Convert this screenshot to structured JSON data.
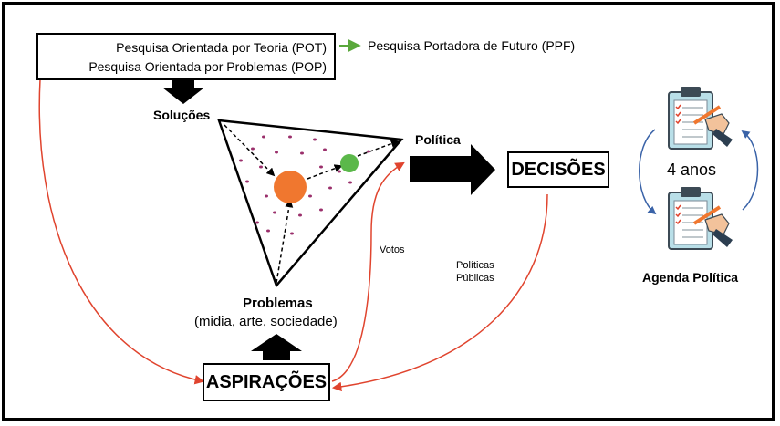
{
  "research": {
    "pot": {
      "text": "Pesquisa Orientada por Teoria (POT)"
    },
    "pop": {
      "text": "Pesquisa Orientada por Problemas (POP)"
    },
    "ppf": {
      "text": "Pesquisa Portadora de Futuro (PPF)"
    }
  },
  "triangle": {
    "solucoes": "Soluções",
    "politica": "Política",
    "problemas": "Problemas",
    "problemas_sub": "(midia, arte, sociedade)"
  },
  "nodes": {
    "decisoes": "DECISÕES",
    "aspiracoes": "ASPIRAÇÕES"
  },
  "flows": {
    "votos": "Votos",
    "politicas_publicas_1": "Políticas",
    "politicas_publicas_2": "Públicas"
  },
  "agenda": {
    "cycle": "4 anos",
    "label": "Agenda Política"
  },
  "colors": {
    "red_line": "#e0442e",
    "green_arrow": "#5aa83c",
    "blue_arc": "#3a63a8",
    "orange_circle": "#f0772f",
    "green_circle": "#5bb84a",
    "dot_color": "#9a2f6b"
  }
}
